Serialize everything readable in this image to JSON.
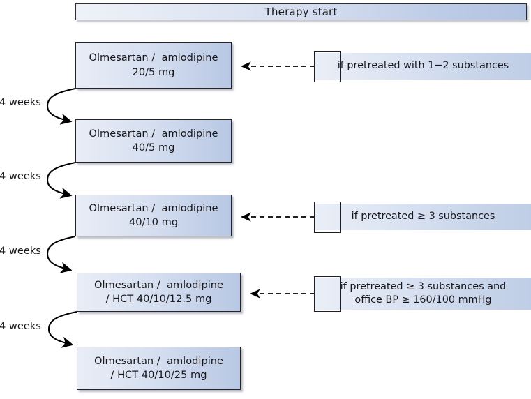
{
  "diagram": {
    "title_bar": {
      "label": "Therapy start"
    },
    "steps": [
      {
        "name": "step-1",
        "line1": "Olmesartan /  amlodipine",
        "line2": "20/5 mg"
      },
      {
        "name": "step-2",
        "line1": "Olmesartan /  amlodipine",
        "line2": "40/5 mg"
      },
      {
        "name": "step-3",
        "line1": "Olmesartan /  amlodipine",
        "line2": "40/10 mg"
      },
      {
        "name": "step-4",
        "line1": "Olmesartan /  amlodipine",
        "line2": "/ HCT 40/10/12.5 mg"
      },
      {
        "name": "step-5",
        "line1": "Olmesartan /  amlodipine",
        "line2": "/ HCT 40/10/25 mg"
      }
    ],
    "intervals": [
      {
        "label": "4 weeks"
      },
      {
        "label": "4 weeks"
      },
      {
        "label": "4 weeks"
      },
      {
        "label": "4 weeks"
      }
    ],
    "conditions": [
      {
        "name": "condition-1",
        "line1": "if pretreated with 1−2 substances",
        "line2": ""
      },
      {
        "name": "condition-2",
        "line1": "if pretreated ≥ 3 substances",
        "line2": ""
      },
      {
        "name": "condition-3",
        "line1": "if pretreated ≥ 3 substances and",
        "line2": "office BP ≥ 160/100 mmHg"
      }
    ],
    "colors": {
      "box_border": "#23232b",
      "box_fill_light": "#e8edf6",
      "box_fill_dark": "#b8c8e3",
      "text": "#17171c",
      "connector": "#000000",
      "background": "#ffffff"
    }
  }
}
